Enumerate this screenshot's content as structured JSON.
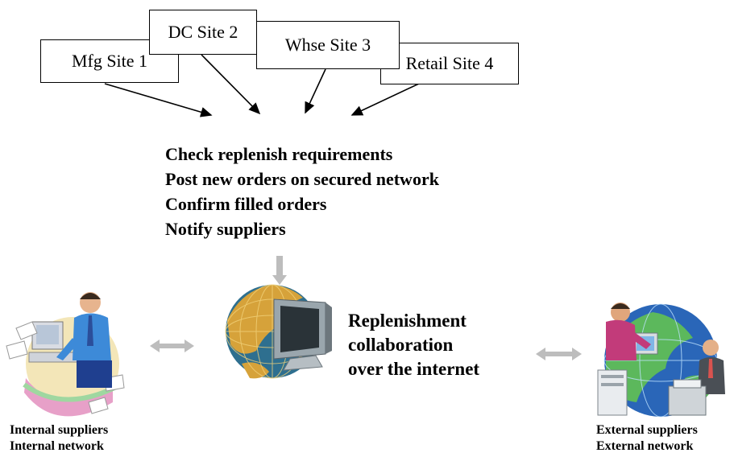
{
  "sites": [
    {
      "label": "Mfg Site 1"
    },
    {
      "label": "DC Site 2"
    },
    {
      "label": "Whse Site 3"
    },
    {
      "label": "Retail Site 4"
    }
  ],
  "tasks": [
    "Check replenish requirements",
    "Post new orders on secured network",
    "Confirm filled orders",
    "Notify suppliers"
  ],
  "collaboration": {
    "line1": "Replenishment",
    "line2": "collaboration",
    "line3": "over the internet"
  },
  "internal": {
    "line1": "Internal suppliers",
    "line2": "Internal network"
  },
  "external": {
    "line1": "External suppliers",
    "line2": "External network"
  },
  "icons": {
    "internal": "office-worker-computer-icon",
    "center": "globe-computer-icon",
    "external": "globe-people-icon"
  },
  "colors": {
    "arrow_gray": "#bdbdbd",
    "line": "#000000"
  }
}
